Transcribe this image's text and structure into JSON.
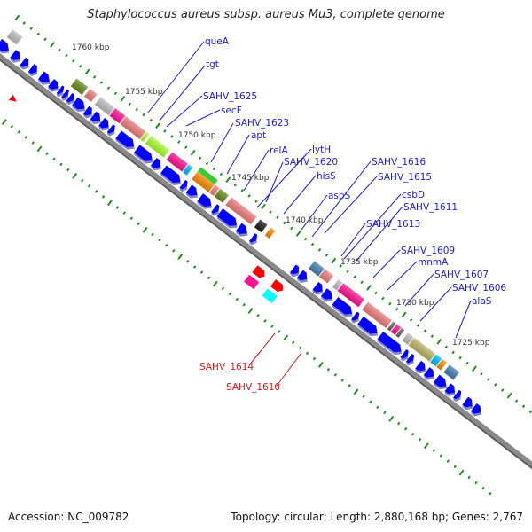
{
  "title": "Staphylococcus aureus subsp. aureus Mu3, complete genome",
  "footer": {
    "accession": "Accession: NC_009782",
    "summary": "Topology: circular; Length: 2,880,168 bp; Genes: 2,767"
  },
  "colors": {
    "backbone": "#808080",
    "forward_cds": "#0000ff",
    "tick": "#228b22",
    "label_line_blue": "#1a1ad0",
    "label_line_red": "#d01a1a",
    "reverse_strand_feature_red": "#ff0000"
  },
  "scale_labels": [
    "1760 kbp",
    "1755 kbp",
    "1750 kbp",
    "1745 kbp",
    "1740 kbp",
    "1735 kbp",
    "1730 kbp",
    "1725 kbp"
  ],
  "gene_labels": [
    {
      "name": "queA",
      "color": "blue"
    },
    {
      "name": "tgt",
      "color": "blue"
    },
    {
      "name": "SAHV_1625",
      "color": "blue"
    },
    {
      "name": "secF",
      "color": "blue"
    },
    {
      "name": "SAHV_1623",
      "color": "blue"
    },
    {
      "name": "apt",
      "color": "blue"
    },
    {
      "name": "relA",
      "color": "blue"
    },
    {
      "name": "lytH",
      "color": "blue"
    },
    {
      "name": "SAHV_1620",
      "color": "blue"
    },
    {
      "name": "hisS",
      "color": "blue"
    },
    {
      "name": "aspS",
      "color": "blue"
    },
    {
      "name": "SAHV_1616",
      "color": "blue"
    },
    {
      "name": "SAHV_1615",
      "color": "blue"
    },
    {
      "name": "csbD",
      "color": "blue"
    },
    {
      "name": "SAHV_1611",
      "color": "blue"
    },
    {
      "name": "SAHV_1613",
      "color": "blue"
    },
    {
      "name": "SAHV_1609",
      "color": "blue"
    },
    {
      "name": "mnmA",
      "color": "blue"
    },
    {
      "name": "SAHV_1607",
      "color": "blue"
    },
    {
      "name": "SAHV_1606",
      "color": "blue"
    },
    {
      "name": "alaS",
      "color": "blue"
    },
    {
      "name": "SAHV_1614",
      "color": "red"
    },
    {
      "name": "SAHV_1610",
      "color": "red"
    }
  ]
}
